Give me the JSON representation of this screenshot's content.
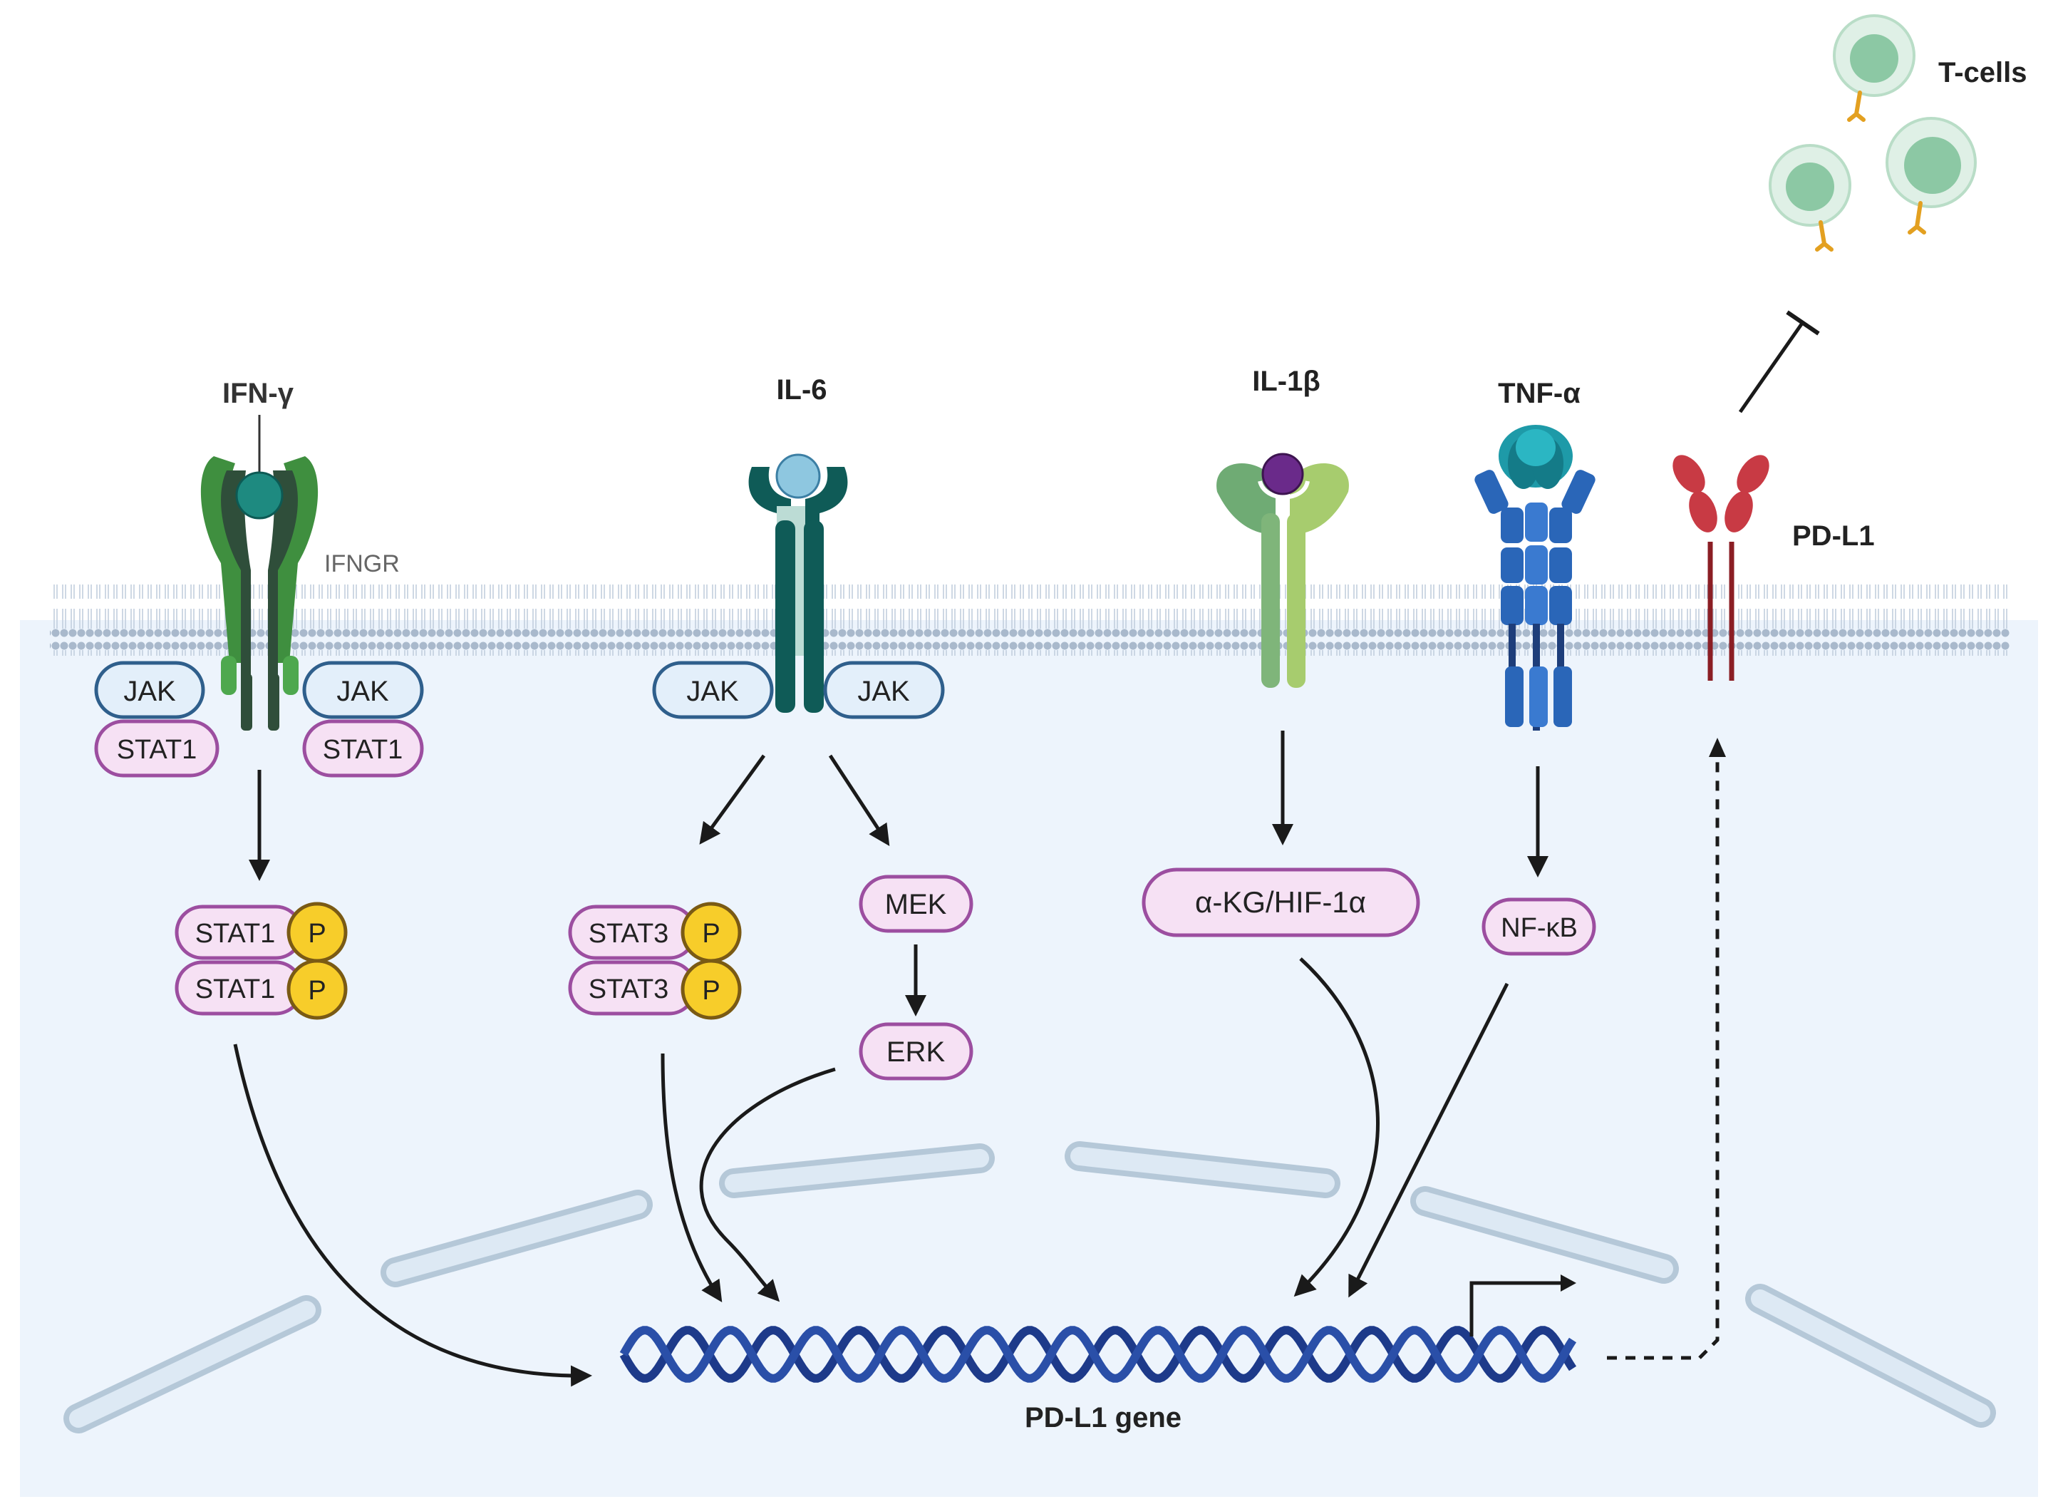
{
  "ligands": {
    "ifng": "IFN-γ",
    "il6": "IL-6",
    "il1b": "IL-1β",
    "tnfa": "TNF-α"
  },
  "receptor_labels": {
    "ifngr": "IFNGR",
    "pdl1": "PD-L1"
  },
  "tcells_label": "T-cells",
  "nodes": {
    "jak": "JAK",
    "stat1": "STAT1",
    "stat3": "STAT3",
    "p": "P",
    "mek": "MEK",
    "erk": "ERK",
    "akg_hif": "α-KG/HIF-1α",
    "nfkb": "NF-κB"
  },
  "gene_label": "PD-L1 gene",
  "colors": {
    "cytoplasm": "#edf4fc",
    "membrane_head": "#a9b9cc",
    "membrane_tail": "#c9d5e2",
    "jak_fill": "#e3effa",
    "jak_stroke": "#2f5f8c",
    "stat_fill": "#f6e1f4",
    "stat_stroke": "#9c4ea0",
    "phospho": "#f7cd2a",
    "nuclear_envelope": "#c4d6e4",
    "dna": "#1d3a8a",
    "arrow": "#1a1a1a",
    "pdl1": "#c83a44",
    "ifngr_light": "#3f8f3f",
    "ifngr_dark": "#2f4e3a",
    "il6r": "#0f5b57",
    "il1r": "#7fb57a",
    "tnfr": "#2a66b8",
    "tcell": "#cce6d6"
  }
}
